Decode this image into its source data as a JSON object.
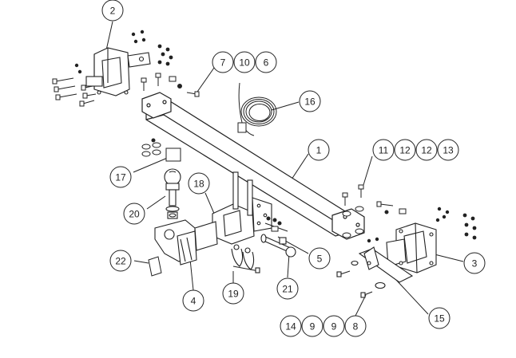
{
  "diagram": {
    "callouts": [
      {
        "id": "c2",
        "label": "2"
      },
      {
        "id": "c7",
        "label": "7"
      },
      {
        "id": "c10",
        "label": "10"
      },
      {
        "id": "c6",
        "label": "6"
      },
      {
        "id": "c16",
        "label": "16"
      },
      {
        "id": "c1",
        "label": "1"
      },
      {
        "id": "c11",
        "label": "11"
      },
      {
        "id": "c12a",
        "label": "12"
      },
      {
        "id": "c12b",
        "label": "12"
      },
      {
        "id": "c13",
        "label": "13"
      },
      {
        "id": "c17",
        "label": "17"
      },
      {
        "id": "c18",
        "label": "18"
      },
      {
        "id": "c20",
        "label": "20"
      },
      {
        "id": "c5",
        "label": "5"
      },
      {
        "id": "c3",
        "label": "3"
      },
      {
        "id": "c22",
        "label": "22"
      },
      {
        "id": "c4",
        "label": "4"
      },
      {
        "id": "c19",
        "label": "19"
      },
      {
        "id": "c21",
        "label": "21"
      },
      {
        "id": "c15",
        "label": "15"
      },
      {
        "id": "c14",
        "label": "14"
      },
      {
        "id": "c9a",
        "label": "9"
      },
      {
        "id": "c9b",
        "label": "9"
      },
      {
        "id": "c8",
        "label": "8"
      }
    ]
  }
}
